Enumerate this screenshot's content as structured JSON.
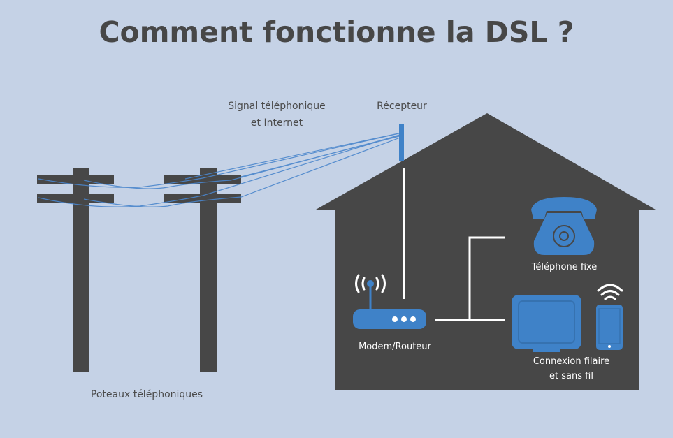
{
  "title": "Comment fonctionne la DSL ?",
  "labels": {
    "signal_line1": "Signal téléphonique",
    "signal_line2": "et Internet",
    "receiver": "Récepteur",
    "poles": "Poteaux téléphoniques",
    "modem": "Modem/Routeur",
    "landline": "Téléphone fixe",
    "connection_line1": "Connexion filaire",
    "connection_line2": "et sans fil"
  },
  "colors": {
    "background": "#c5d2e6",
    "dark": "#474747",
    "accent": "#3f82c8",
    "line": "#ffffff"
  }
}
